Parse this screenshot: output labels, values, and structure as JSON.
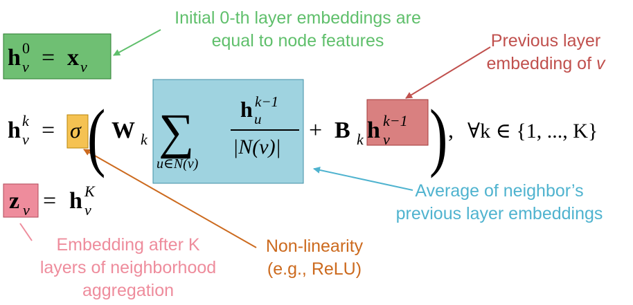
{
  "colors": {
    "green": "#5fbf6b",
    "green_box": "#6fbf73",
    "red": "#c0504d",
    "red_box": "#d98080",
    "pink_box": "#ee8c9c",
    "orange": "#cc6a1e",
    "yellow_box": "#f5c252",
    "blue": "#4fb3cf",
    "blue_box": "#9fd3e0",
    "ink": "#000000"
  },
  "annotations": {
    "init_line1": "Initial 0-th layer embeddings are",
    "init_line2": "equal to node features",
    "prev_line1": "Previous layer",
    "prev_line2_prefix": "embedding of ",
    "prev_line2_var": "v",
    "avg_line1": "Average of neighbor’s",
    "avg_line2": "previous layer embeddings",
    "nonlin_line1": "Non-linearity",
    "nonlin_line2": "(e.g., ReLU)",
    "emb_line1": "Embedding after K",
    "emb_line2": "layers of neighborhood",
    "emb_line3": "aggregation"
  },
  "math": {
    "h": "h",
    "x": "x",
    "z": "z",
    "W": "W",
    "B": "B",
    "v": "v",
    "u": "u",
    "k": "k",
    "K": "K",
    "zero": "0",
    "equals": "=",
    "plus": "+",
    "comma": ",",
    "sigma": "σ",
    "sum": "∑",
    "sup_prev": "k−1",
    "sum_sub": "u∈N(v)",
    "denominator": "|N(v)|",
    "forall": "∀k ∈ {1, ..., K}",
    "paren_left": "(",
    "paren_right": ")"
  }
}
